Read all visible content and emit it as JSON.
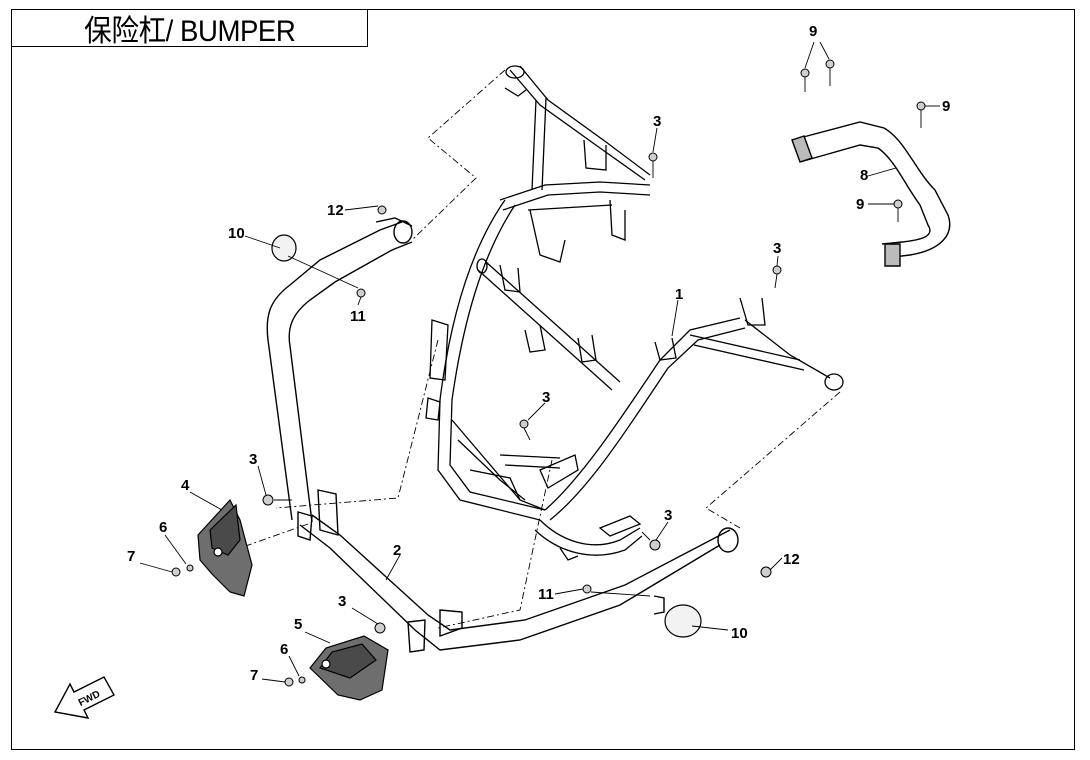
{
  "title": "保险杠/ BUMPER",
  "fwd_label": "FWD",
  "callouts": {
    "c1": "1",
    "c2": "2",
    "c3a": "3",
    "c3b": "3",
    "c3c": "3",
    "c3d": "3",
    "c3e": "3",
    "c3f": "3",
    "c4": "4",
    "c5": "5",
    "c6a": "6",
    "c6b": "6",
    "c7a": "7",
    "c7b": "7",
    "c8": "8",
    "c9a": "9",
    "c9b": "9",
    "c9c": "9",
    "c10a": "10",
    "c10b": "10",
    "c11a": "11",
    "c11b": "11",
    "c12a": "12",
    "c12b": "12"
  }
}
